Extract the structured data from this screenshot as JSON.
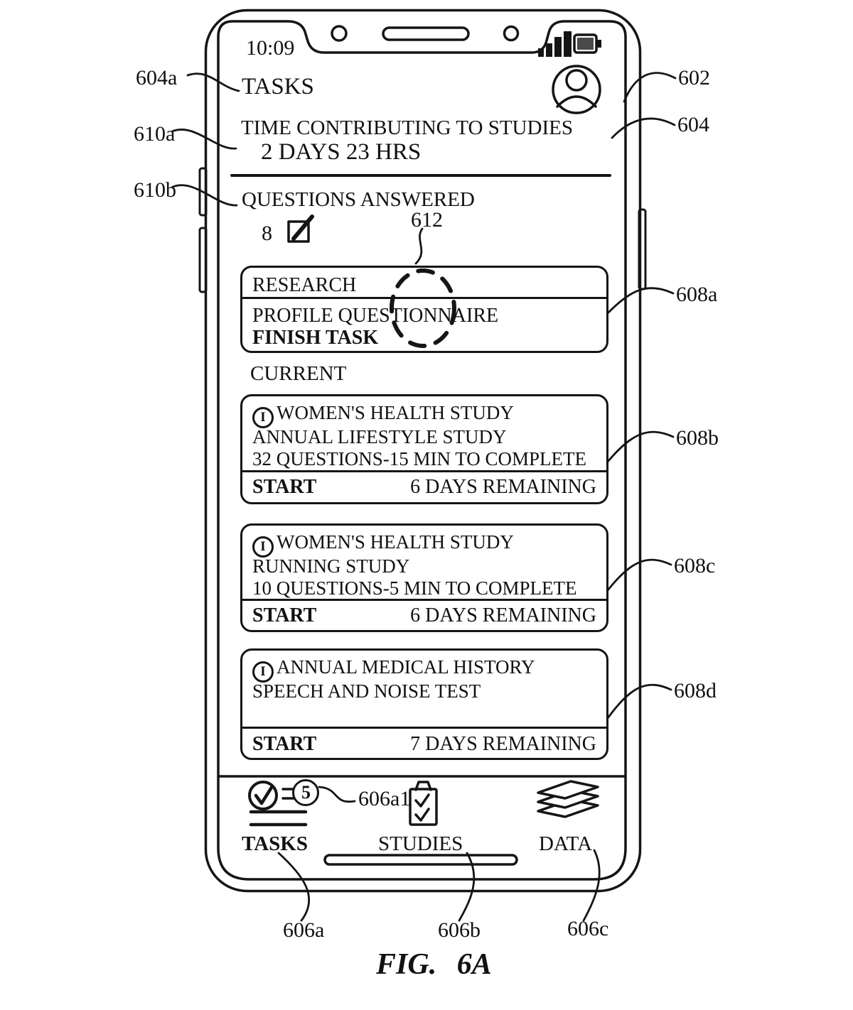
{
  "figure": {
    "caption": "FIG.  6A"
  },
  "status_bar": {
    "time": "10:09"
  },
  "header": {
    "title": "TASKS"
  },
  "stats": {
    "time_label": "TIME CONTRIBUTING TO STUDIES",
    "time_value": "2 DAYS 23 HRS",
    "questions_label": "QUESTIONS ANSWERED",
    "questions_count": "8"
  },
  "icons": {
    "info_glyph": "I"
  },
  "research_card": {
    "category": "RESEARCH",
    "title": "PROFILE QUESTIONNAIRE",
    "action": "FINISH TASK"
  },
  "section": {
    "label": "CURRENT"
  },
  "task_cards": [
    {
      "line1": "WOMEN'S HEALTH STUDY",
      "line2": "ANNUAL LIFESTYLE STUDY",
      "line3": "32 QUESTIONS-15 MIN TO COMPLETE",
      "action": "START",
      "remaining": "6 DAYS REMAINING"
    },
    {
      "line1": "WOMEN'S HEALTH STUDY",
      "line2": "RUNNING STUDY",
      "line3": "10 QUESTIONS-5 MIN TO COMPLETE",
      "action": "START",
      "remaining": "6 DAYS REMAINING"
    },
    {
      "line1": "ANNUAL MEDICAL HISTORY",
      "line2": "SPEECH AND NOISE TEST",
      "line3": "",
      "action": "START",
      "remaining": "7 DAYS REMAINING"
    }
  ],
  "tab_bar": {
    "tasks_label": "TASKS",
    "tasks_badge": "5",
    "studies_label": "STUDIES",
    "data_label": "DATA"
  },
  "annotations": {
    "ref_604a": "604a",
    "ref_610a": "610a",
    "ref_610b": "610b",
    "ref_602": "602",
    "ref_604": "604",
    "ref_608a": "608a",
    "ref_608b": "608b",
    "ref_608c": "608c",
    "ref_608d": "608d",
    "ref_612": "612",
    "ref_606a1": "606a1",
    "ref_606a": "606a",
    "ref_606b": "606b",
    "ref_606c": "606c"
  }
}
